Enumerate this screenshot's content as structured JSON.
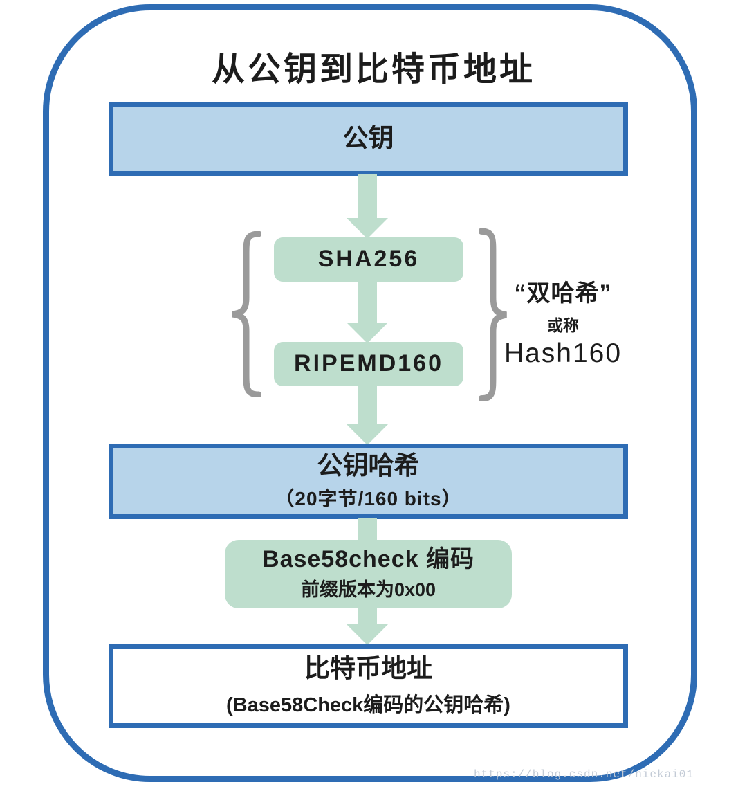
{
  "diagram": {
    "title": "从公钥到比特币地址",
    "nodes": {
      "public_key": {
        "label": "公钥"
      },
      "sha256": {
        "label": "SHA256"
      },
      "ripemd160": {
        "label": "RIPEMD160"
      },
      "public_key_hash": {
        "label": "公钥哈希",
        "sublabel": "（20字节/160 bits）"
      },
      "base58check": {
        "label": "Base58check 编码",
        "sublabel": "前缀版本为0x00"
      },
      "bitcoin_address": {
        "label": "比特币地址",
        "sublabel": "(Base58Check编码的公钥哈希)"
      }
    },
    "annotation": {
      "line1": "“双哈希”",
      "line2": "或称",
      "line3": "Hash160"
    },
    "watermark": "https://blog.csdn.net/niekai01",
    "colors": {
      "frame_blue": "#2e6cb4",
      "blue_box_fill": "#b7d4ea",
      "blue_box_border": "#2e6cb4",
      "green_fill": "#bedecd",
      "arrow_green": "#bedecd",
      "brace_gray": "#9a9a9a",
      "text": "#1c1c1c",
      "watermark_gray": "#c3cbd6"
    }
  }
}
